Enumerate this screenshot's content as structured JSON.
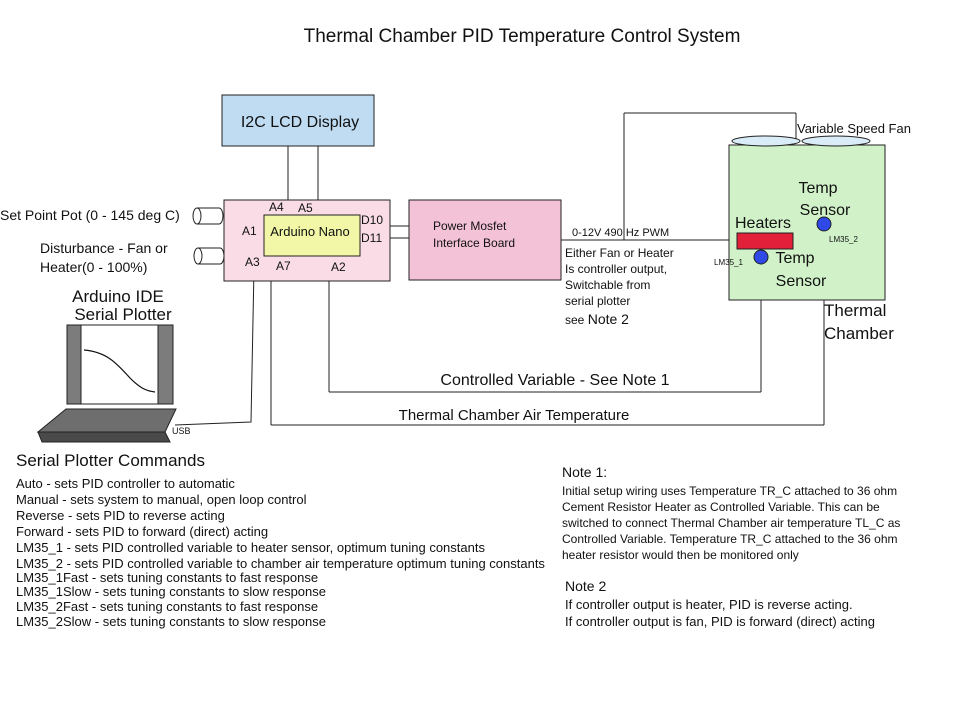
{
  "title": "Thermal Chamber PID Temperature Control System",
  "lcd": {
    "label": "I2C LCD Display",
    "fill": "#bfdcf3"
  },
  "board": {
    "fill": "#f9dce6",
    "nano_label": "Arduino Nano",
    "nano_fill": "#f1f7a6",
    "pins": {
      "a4": "A4",
      "a5": "A5",
      "a1": "A1",
      "a3": "A3",
      "a7": "A7",
      "a2": "A2",
      "d10": "D10",
      "d11": "D11"
    }
  },
  "setpoint": {
    "label": "Set Point Pot (0 - 145 deg C)"
  },
  "disturbance": {
    "line1": "Disturbance - Fan or",
    "line2": "Heater(0 - 100%)"
  },
  "mosfet": {
    "line1": "Power Mosfet",
    "line2": "Interface Board",
    "fill": "#f4c2d6"
  },
  "pwm": {
    "label": "0-12V 490 Hz PWM",
    "note_lines": [
      "Either Fan or Heater",
      "Is controller output,",
      "Switchable from",
      "serial plotter"
    ],
    "see": "see",
    "see_note": "Note 2"
  },
  "fan": {
    "label": "Variable Speed Fan",
    "fill": "#d9ecf7"
  },
  "chamber": {
    "fill": "#d1f2c9",
    "heaters": "Heaters",
    "heater_fill": "#e2203a",
    "sensor_top": [
      "Temp",
      "Sensor"
    ],
    "sensor_bottom": [
      "Temp",
      "Sensor"
    ],
    "lm35_1": "LM35_1",
    "lm35_2": "LM35_2",
    "sensor_fill": "#2e49e6",
    "label_line1": "Thermal",
    "label_line2": "Chamber"
  },
  "laptop": {
    "line1": "Arduino IDE",
    "line2": "Serial Plotter",
    "usb": "USB"
  },
  "signals": {
    "controlled": "Controlled Variable - See Note 1",
    "air_temp": "Thermal Chamber Air Temperature"
  },
  "commands": {
    "heading": "Serial Plotter Commands",
    "items": [
      "Auto - sets PID controller to automatic",
      "Manual - sets system to manual, open loop control",
      "Reverse - sets PID to reverse acting",
      "Forward - sets PID to forward (direct) acting",
      "LM35_1 - sets PID controlled variable to heater sensor, optimum tuning constants",
      "LM35_2 - sets PID controlled variable to chamber air temperature optimum tuning constants",
      "LM35_1Fast - sets tuning constants to fast response",
      "LM35_1Slow - sets tuning constants to slow response",
      "LM35_2Fast - sets tuning constants to fast response",
      "LM35_2Slow - sets tuning constants to slow response"
    ]
  },
  "note1": {
    "heading": "Note 1:",
    "lines": [
      "Initial setup wiring uses Temperature TR_C attached to 36 ohm",
      "Cement Resistor Heater as Controlled Variable. This can be",
      "switched to connect Thermal Chamber air temperature TL_C as",
      "Controlled Variable. Temperature TR_C attached to the 36 ohm",
      "heater resistor would then be monitored only"
    ]
  },
  "note2": {
    "heading": "Note 2",
    "lines": [
      "If controller output is heater, PID is reverse acting.",
      "If controller output is fan, PID is forward (direct) acting"
    ]
  }
}
